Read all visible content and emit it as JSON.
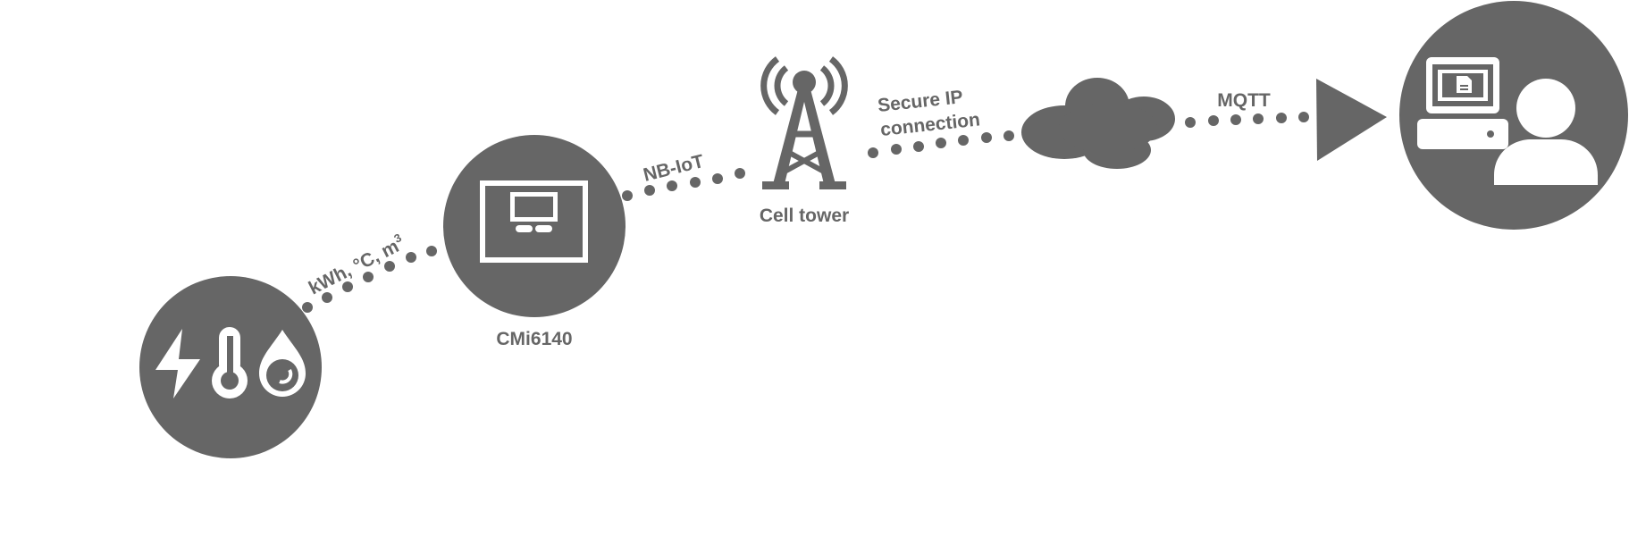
{
  "colors": {
    "primary": "#666666",
    "background": "#ffffff"
  },
  "nodes": {
    "sensors": {
      "icons": [
        "lightning-icon",
        "thermometer-icon",
        "water-drop-icon"
      ]
    },
    "device": {
      "label": "CMi6140",
      "icon": "device-screen-icon"
    },
    "tower": {
      "label": "Cell tower",
      "icon": "cell-tower-icon"
    },
    "cloud": {
      "icon": "cloud-icon"
    },
    "server": {
      "icons": [
        "computer-icon",
        "user-icon"
      ]
    }
  },
  "links": {
    "measurements": {
      "label": "kWh, °C, m",
      "superscript": "3"
    },
    "nbiot": {
      "label": "NB-IoT"
    },
    "secure_ip": {
      "line1": "Secure IP",
      "line2": "connection"
    },
    "mqtt": {
      "label": "MQTT"
    }
  }
}
